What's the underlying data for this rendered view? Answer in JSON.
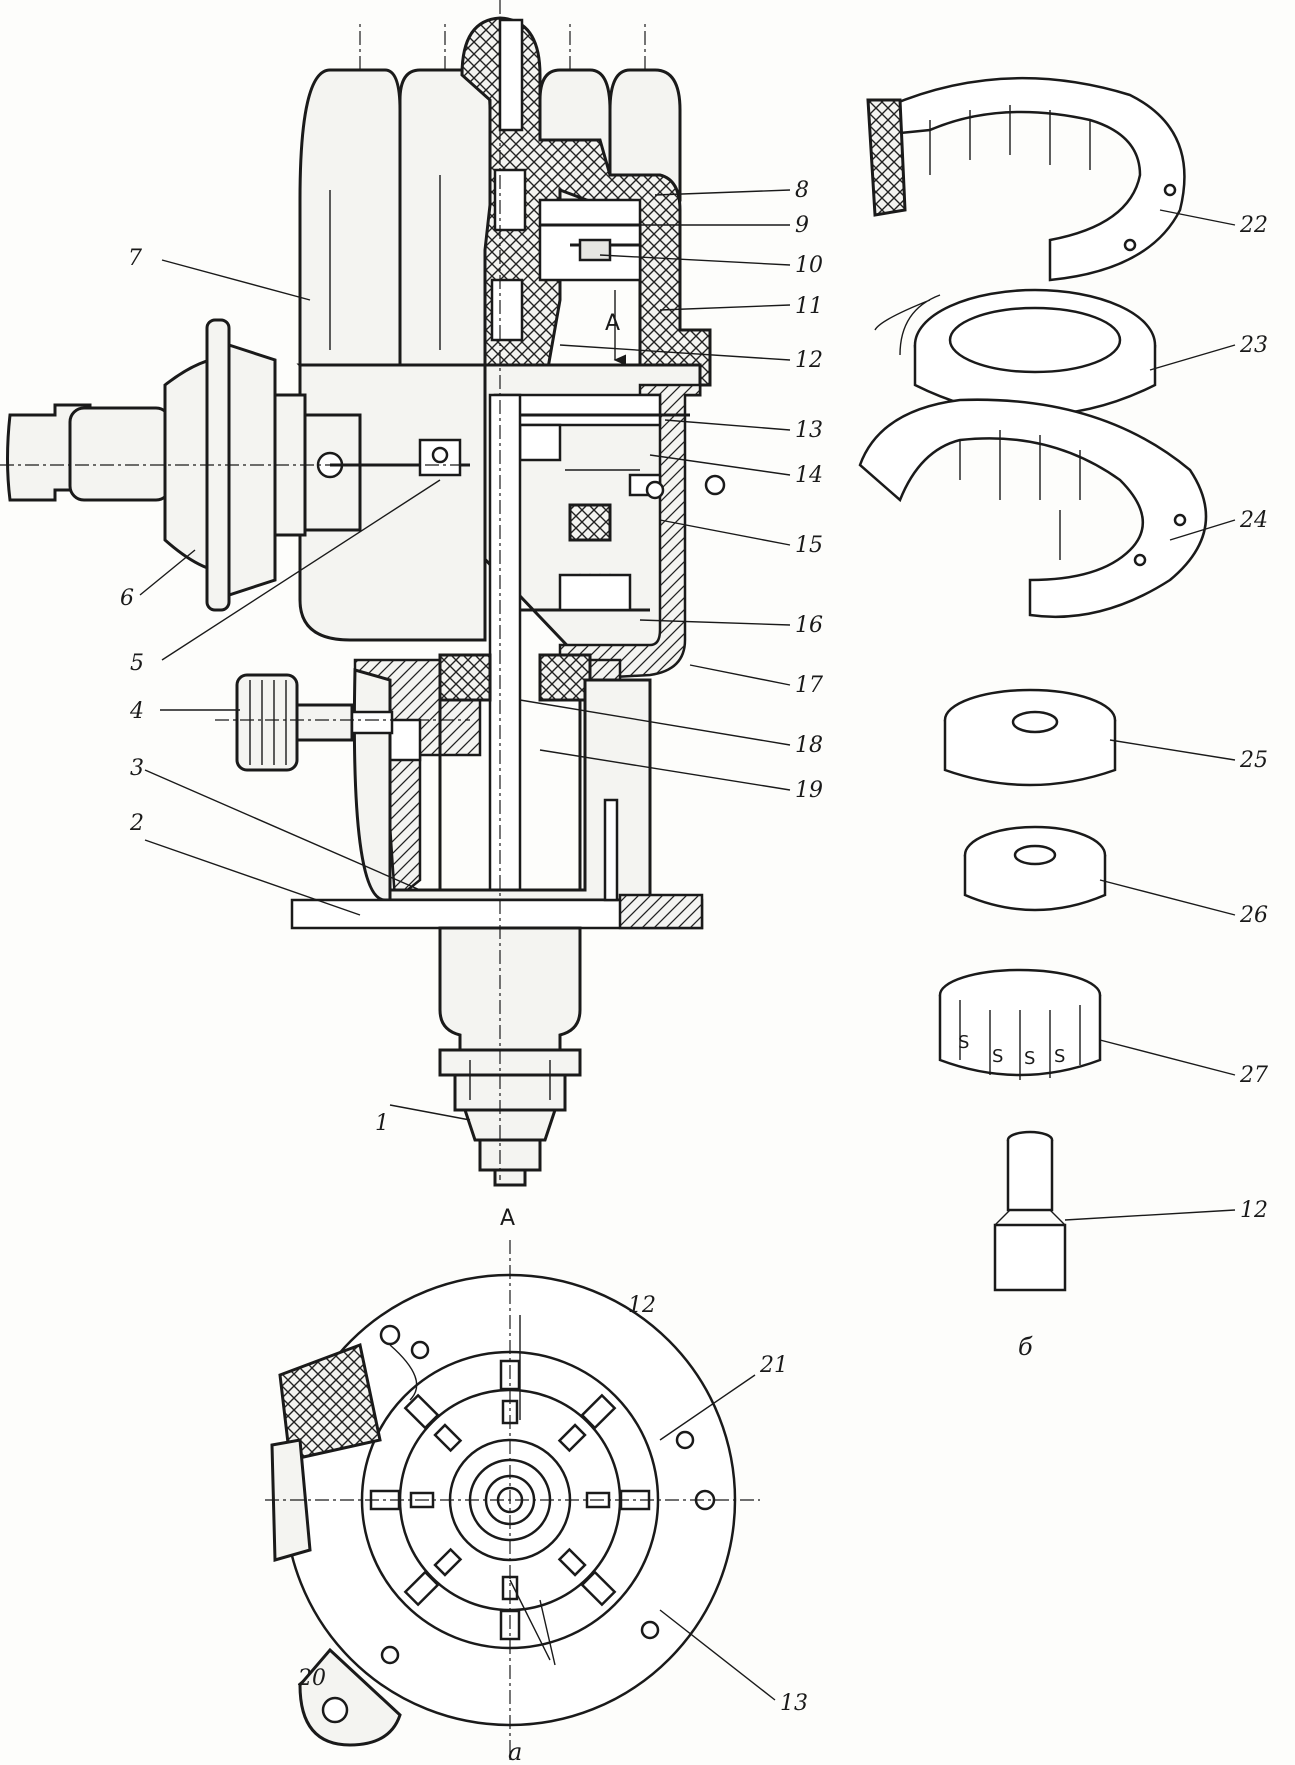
{
  "labels": {
    "main": [
      "1",
      "2",
      "3",
      "4",
      "5",
      "6",
      "7",
      "8",
      "9",
      "10",
      "11",
      "12",
      "13",
      "14",
      "15",
      "16",
      "17",
      "18",
      "19"
    ],
    "exploded": [
      "22",
      "23",
      "24",
      "25",
      "26",
      "27",
      "12"
    ],
    "view_a": [
      "12",
      "21",
      "13",
      "20"
    ]
  },
  "section_marks": {
    "arrow_label": "A",
    "view_title": "A"
  },
  "captions": {
    "main_view": "а",
    "exploded_view": "б"
  },
  "stator_letters": [
    "S",
    "S",
    "S",
    "S"
  ]
}
